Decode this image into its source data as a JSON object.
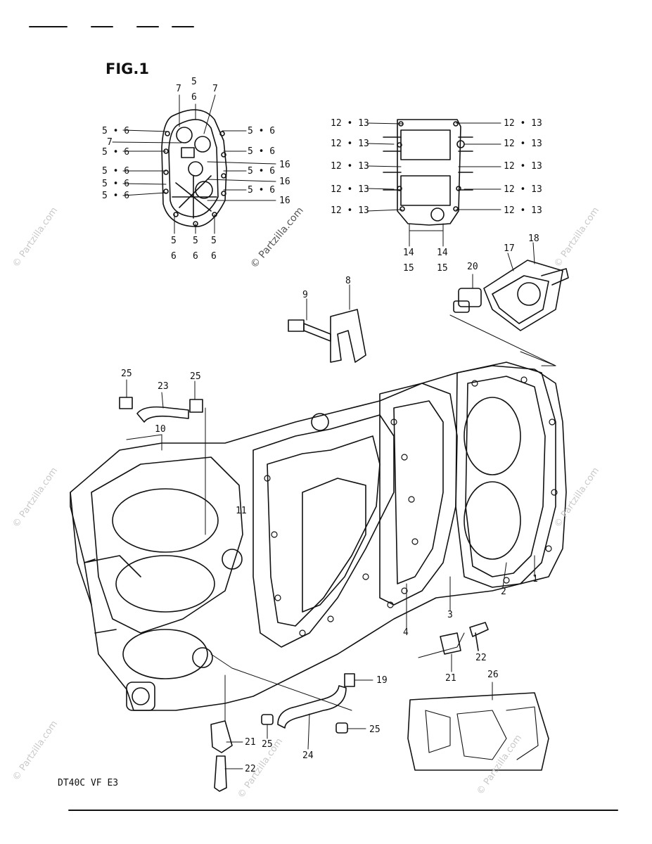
{
  "figure": {
    "title": "FIG.1",
    "model_code": "DT40C VF E3"
  },
  "watermark": {
    "text": "© Partzilla.com",
    "color": "#c9c9c9"
  },
  "callouts": {
    "n1": "1",
    "n2": "2",
    "n3": "3",
    "n4": "4",
    "n5": "5",
    "n6": "6",
    "n7": "7",
    "n5_6": "5 • 6",
    "n8": "8",
    "n9": "9",
    "n10": "10",
    "n11": "11",
    "n12_13": "12 • 13",
    "n14": "14",
    "n15": "15",
    "n16": "16",
    "n17": "17",
    "n18": "18",
    "n19": "19",
    "n20": "20",
    "n21": "21",
    "n22": "22",
    "n23": "23",
    "n24": "24",
    "n25": "25",
    "n26": "26"
  },
  "colors": {
    "ink": "#111111",
    "paper": "#ffffff"
  }
}
